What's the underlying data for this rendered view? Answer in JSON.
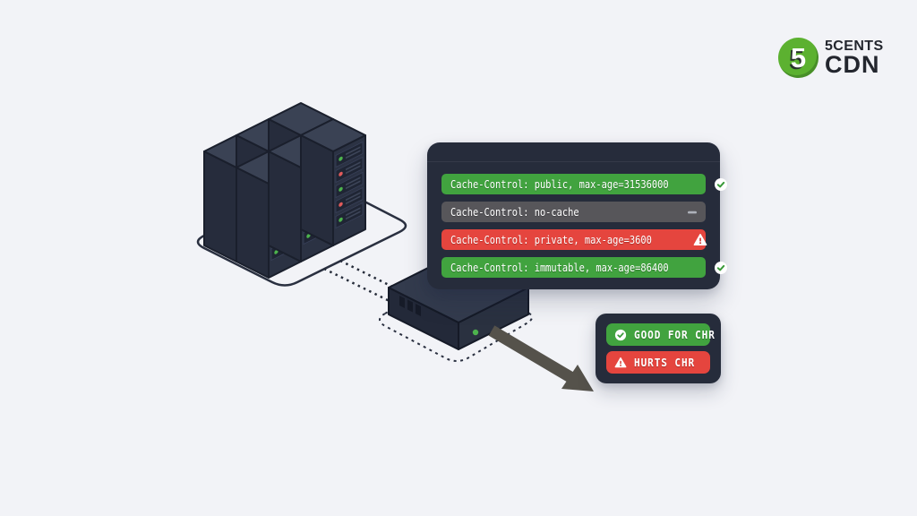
{
  "brand": {
    "mark": "5",
    "name_top": "5CENTS",
    "name_bottom": "CDN"
  },
  "panel": {
    "rows": [
      {
        "text": "Cache-Control: public, max-age=31536000",
        "status": "good",
        "icon": "check-circle"
      },
      {
        "text": "Cache-Control: no-cache",
        "status": "neutral",
        "icon": "dash"
      },
      {
        "text": "Cache-Control: private, max-age=3600",
        "status": "bad",
        "icon": "warning-triangle"
      },
      {
        "text": "Cache-Control: immutable, max-age=86400",
        "status": "good",
        "icon": "check-circle"
      }
    ]
  },
  "legend": {
    "items": [
      {
        "label": "GOOD FOR CHR",
        "status": "good",
        "icon": "check-circle"
      },
      {
        "label": "HURTS CHR",
        "status": "bad",
        "icon": "warning-triangle"
      }
    ]
  },
  "colors": {
    "bg": "#f2f3f7",
    "panel": "#262c3b",
    "good": "#41a33f",
    "neutral": "#57565a",
    "bad": "#e5453e",
    "arrow": "#55524b",
    "ink": "#23262e",
    "brandGreen": "#5cb130"
  }
}
